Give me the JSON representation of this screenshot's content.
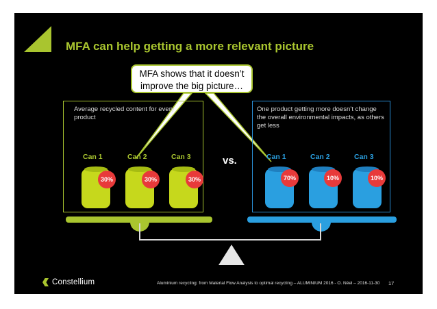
{
  "title": "MFA can help getting a more relevant picture",
  "callout": {
    "line1": "MFA shows that it doesn’t",
    "line2": "improve the big picture…"
  },
  "left_panel": {
    "text": "Average recycled content for every product",
    "cans": [
      {
        "label": "Can 1",
        "percent": "30%"
      },
      {
        "label": "Can 2",
        "percent": "30%"
      },
      {
        "label": "Can 3",
        "percent": "30%"
      }
    ]
  },
  "vs": "vs.",
  "right_panel": {
    "text": "One product getting more doesn’t change the overall environmental impacts, as others get less",
    "cans": [
      {
        "label": "Can 1",
        "percent": "70%"
      },
      {
        "label": "Can 2",
        "percent": "10%"
      },
      {
        "label": "Can 3",
        "percent": "10%"
      }
    ]
  },
  "footer": {
    "logo_text": "Constellium",
    "citation": "Aluminium recycling: from Material Flow Analysis to optimal recycling – ALUMINIUM 2016 - O. Néel – 2016-11-30",
    "page": "17"
  },
  "colors": {
    "accent_green": "#a9c52f",
    "accent_blue": "#2a9fe0",
    "badge_red": "#e83a3a",
    "background": "#000000"
  }
}
